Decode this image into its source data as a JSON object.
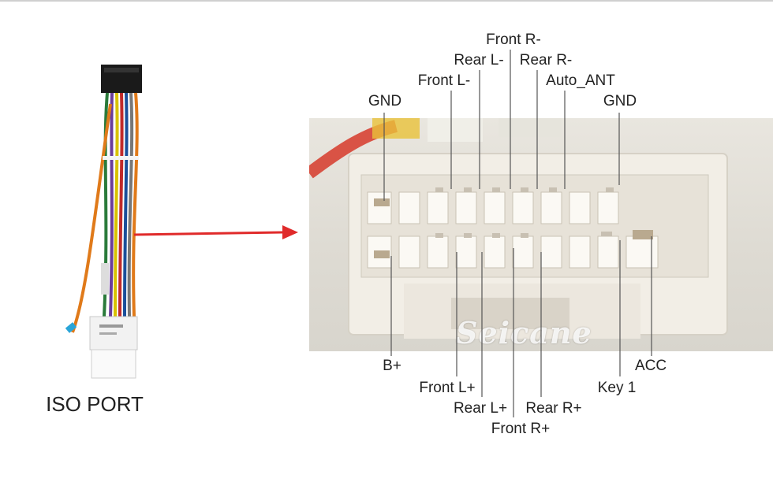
{
  "iso_port_label": "ISO PORT",
  "watermark": "Seicane",
  "top_labels": [
    {
      "text": "Front R-"
    },
    {
      "text": "Rear L-"
    },
    {
      "text": "Rear R-"
    },
    {
      "text": "Front L-"
    },
    {
      "text": "Auto_ANT"
    },
    {
      "text": "GND"
    },
    {
      "text": "GND"
    }
  ],
  "bottom_labels": [
    {
      "text": "B+"
    },
    {
      "text": "ACC"
    },
    {
      "text": "Front L+"
    },
    {
      "text": "Key 1"
    },
    {
      "text": "Rear L+"
    },
    {
      "text": "Rear R+"
    },
    {
      "text": "Front R+"
    }
  ],
  "colors": {
    "arrow": "#e02a2a",
    "connector": "#f2eee6",
    "leader_line": "#555555"
  }
}
